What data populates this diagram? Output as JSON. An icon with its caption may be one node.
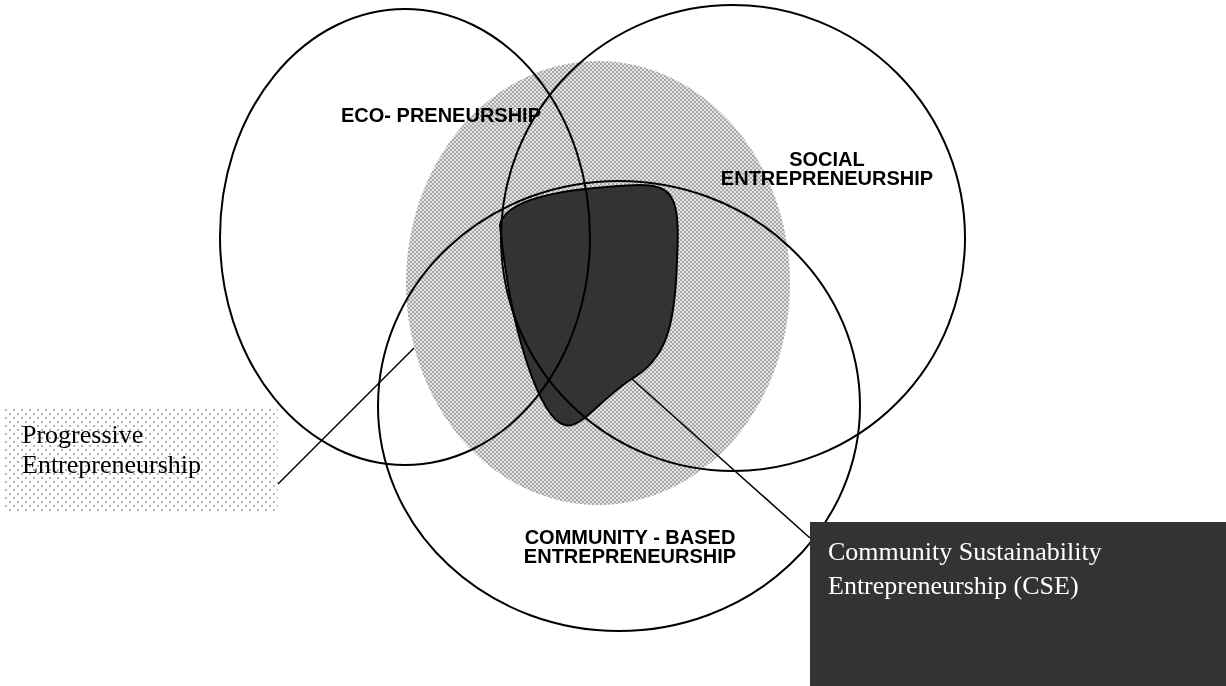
{
  "diagram": {
    "nodes": [
      {
        "text": [
          "ECO- PRENEURSHIP"
        ]
      },
      {
        "text": [
          "SOCIAL ENTREPRENEURSHIP"
        ]
      },
      {
        "text": [
          "COMMUNITY - BASED ENTREPRENEURSHIP"
        ]
      },
      {
        "text": [],
        "shape": "circle"
      },
      {
        "text": [],
        "shape": "blob"
      },
      {
        "text": [
          "Progressive Entrepreneurship"
        ]
      },
      {
        "text": [
          "Community Sustainability Entrepreneurship (CSE)"
        ]
      }
    ],
    "edges": [
      {
        "from": 5,
        "to": 3,
        "arrow": "none"
      },
      {
        "from": 6,
        "to": 4,
        "arrow": "none"
      }
    ]
  }
}
